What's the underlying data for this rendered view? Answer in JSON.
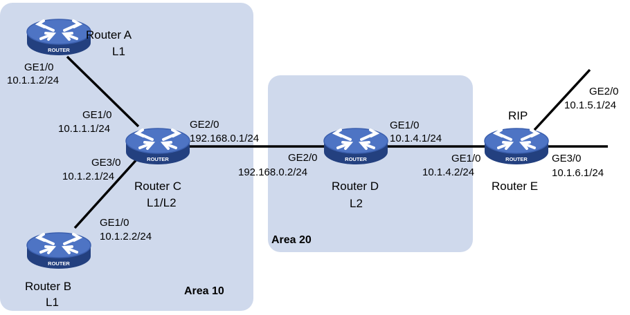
{
  "areas": {
    "area10": "Area 10",
    "area20": "Area 20"
  },
  "routers": {
    "a": {
      "name": "Router A",
      "level": "L1",
      "badge": "ROUTER"
    },
    "b": {
      "name": "Router B",
      "level": "L1",
      "badge": "ROUTER"
    },
    "c": {
      "name": "Router C",
      "level": "L1/L2",
      "badge": "ROUTER"
    },
    "d": {
      "name": "Router D",
      "level": "L2",
      "badge": "ROUTER"
    },
    "e": {
      "name": "Router E",
      "protocol": "RIP",
      "badge": "ROUTER"
    }
  },
  "interfaces": {
    "a_ge10": {
      "port": "GE1/0",
      "ip": "10.1.1.2/24"
    },
    "c_ge10": {
      "port": "GE1/0",
      "ip": "10.1.1.1/24"
    },
    "c_ge30": {
      "port": "GE3/0",
      "ip": "10.1.2.1/24"
    },
    "b_ge10": {
      "port": "GE1/0",
      "ip": "10.1.2.2/24"
    },
    "c_ge20": {
      "port": "GE2/0",
      "ip": "192.168.0.1/24"
    },
    "d_ge20": {
      "port": "GE2/0",
      "ip": "192.168.0.2/24"
    },
    "d_ge10": {
      "port": "GE1/0",
      "ip": "10.1.4.1/24"
    },
    "e_ge10": {
      "port": "GE1/0",
      "ip": "10.1.4.2/24"
    },
    "e_ge20": {
      "port": "GE2/0",
      "ip": "10.1.5.1/24"
    },
    "e_ge30": {
      "port": "GE3/0",
      "ip": "10.1.6.1/24"
    }
  },
  "colors": {
    "area_fill": "#cfd9ec",
    "router_top": "#4e74c4",
    "router_side": "#23407f",
    "link": "#000000"
  }
}
